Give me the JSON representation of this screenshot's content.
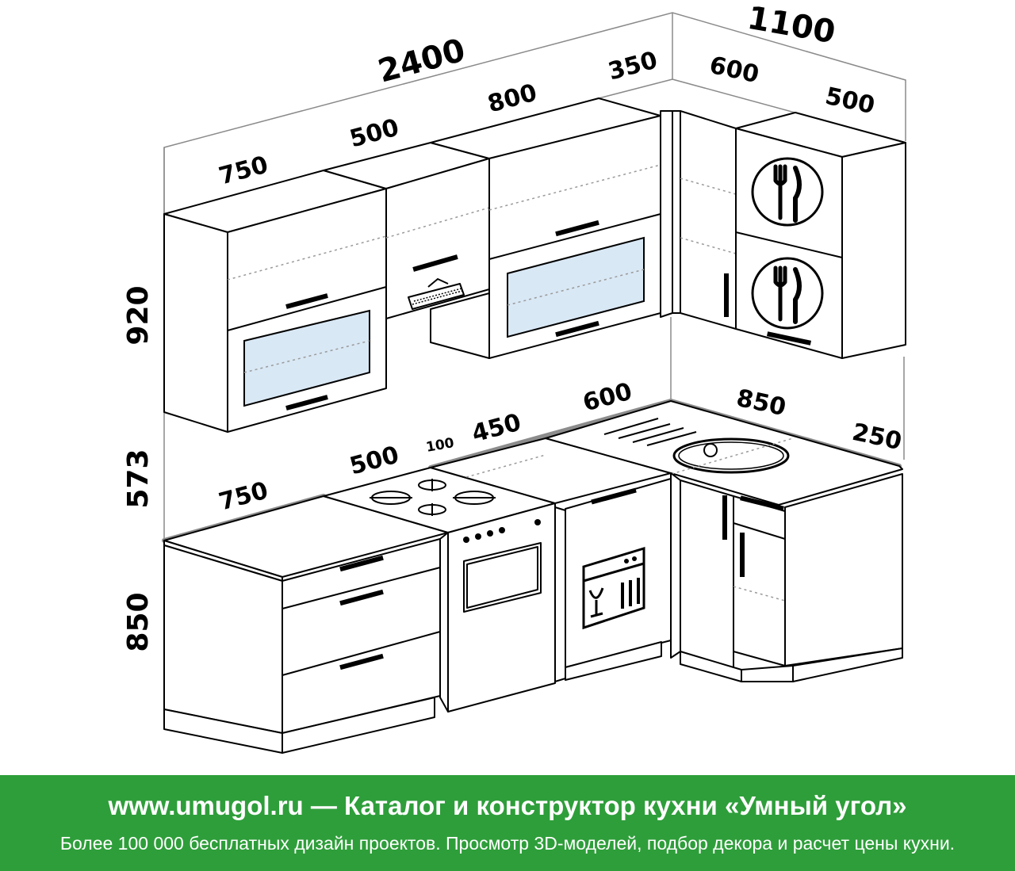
{
  "dimensions": {
    "total_top": "2400",
    "corner_top": "1100",
    "upper_750": "750",
    "upper_500": "500",
    "upper_800": "800",
    "upper_350": "350",
    "upper_600": "600",
    "upper_500_right": "500",
    "height_920": "920",
    "height_573": "573",
    "height_850": "850",
    "lower_750": "750",
    "lower_500": "500",
    "lower_100": "100",
    "lower_450": "450",
    "lower_600": "600",
    "lower_850": "850",
    "lower_250": "250"
  },
  "icons": {
    "upper_cabinet_icon": "fork-knife-icon",
    "dishwasher_icon": "dishwasher-icon"
  },
  "colors": {
    "footer_bg": "#2e9e3a",
    "glass": "#d9e8f5"
  },
  "footer": {
    "headline": "www.umugol.ru — Каталог и конструктор кухни «Умный угол»",
    "subline": "Более 100 000 бесплатных дизайн проектов. Просмотр 3D-моделей, подбор декора и расчет цены кухни."
  }
}
